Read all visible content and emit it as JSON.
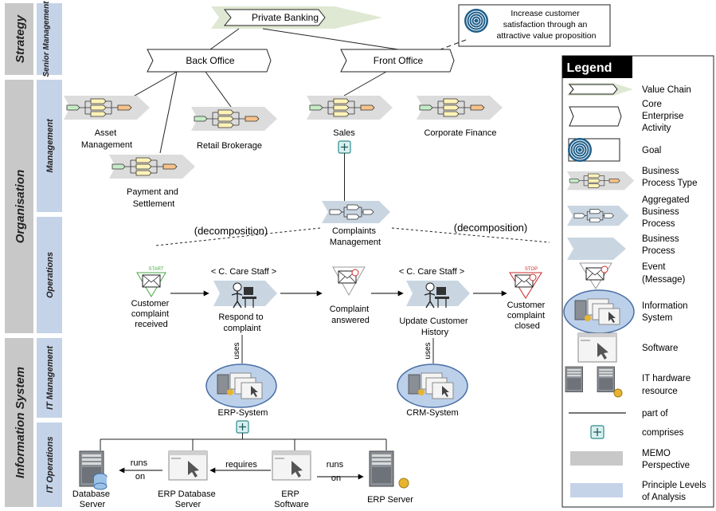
{
  "perspectives": {
    "strategy": "Strategy",
    "organisation": "Organisation",
    "information_system": "Information System"
  },
  "levels": {
    "senior_management": "Senior Management",
    "management": "Management",
    "operations": "Operations",
    "it_management": "IT Management",
    "it_operations": "IT Operations"
  },
  "strategy": {
    "value_chain": "Private Banking",
    "back_office": "Back Office",
    "front_office": "Front Office",
    "goal_lines": [
      "Increase customer",
      "satisfaction through an",
      "attractive value proposition"
    ]
  },
  "management": {
    "asset_management": [
      "Asset",
      "Management"
    ],
    "retail_brokerage": "Retail Brokerage",
    "payment_settlement": [
      "Payment and",
      "Settlement"
    ],
    "sales": "Sales",
    "corporate_finance": "Corporate Finance",
    "complaints_management": [
      "Complaints",
      "Management"
    ]
  },
  "decomposition": {
    "left": "(decomposition)",
    "right": "(decomposition)"
  },
  "operations": {
    "start_label": "START",
    "stop_label": "STOP",
    "event_received": [
      "Customer",
      "complaint",
      "received"
    ],
    "actor_1": "< C. Care Staff >",
    "process_respond": [
      "Respond to",
      "complaint"
    ],
    "event_answered": [
      "Complaint",
      "answered"
    ],
    "actor_2": "< C. Care Staff >",
    "process_update": [
      "Update Customer",
      "History"
    ],
    "event_closed": [
      "Customer",
      "complaint",
      "closed"
    ]
  },
  "it_management": {
    "uses_1": "uses",
    "uses_2": "uses",
    "erp_system": "ERP-System",
    "crm_system": "CRM-System"
  },
  "it_operations": {
    "database_server": [
      "Database",
      "Server"
    ],
    "erp_database_server": [
      "ERP Database",
      "Server"
    ],
    "erp_software": [
      "ERP",
      "Software"
    ],
    "erp_server": "ERP Server",
    "runs_on_1": [
      "runs",
      "on"
    ],
    "requires": "requires",
    "runs_on_2": [
      "runs",
      "on"
    ]
  },
  "legend": {
    "title": "Legend",
    "items": [
      {
        "lines": [
          "Value Chain"
        ]
      },
      {
        "lines": [
          "Core",
          "Enterprise",
          "Activity"
        ]
      },
      {
        "lines": [
          "Goal"
        ]
      },
      {
        "lines": [
          "Business",
          "Process Type"
        ]
      },
      {
        "lines": [
          "Aggregated",
          "Business",
          "Process"
        ]
      },
      {
        "lines": [
          "Business",
          "Process"
        ]
      },
      {
        "lines": [
          "Event",
          "(Message)"
        ]
      },
      {
        "lines": [
          "Information",
          "System"
        ]
      },
      {
        "lines": [
          "Software"
        ]
      },
      {
        "lines": [
          "IT hardware",
          "resource"
        ]
      },
      {
        "lines": [
          "part of"
        ]
      },
      {
        "lines": [
          "comprises"
        ]
      },
      {
        "lines": [
          "MEMO",
          "Perspective"
        ]
      },
      {
        "lines": [
          "Principle Levels",
          "of Analysis"
        ]
      }
    ]
  },
  "colors": {
    "perspective_band": "#c8c8c8",
    "level_band": "#c5d3e8",
    "process_fill": "#c9d6e2",
    "process_type_bg": "#dcdcdc",
    "green_box": "#c6ecc6",
    "yellow_box": "#fff3b8",
    "orange_box": "#f7c28a",
    "comprises_border": "#2f8a8a",
    "goal_ring": "#1f5f8a",
    "is_ellipse": "#bcd0ea",
    "event_accent": "#cc2a2a",
    "start_accent": "#44aa44"
  }
}
